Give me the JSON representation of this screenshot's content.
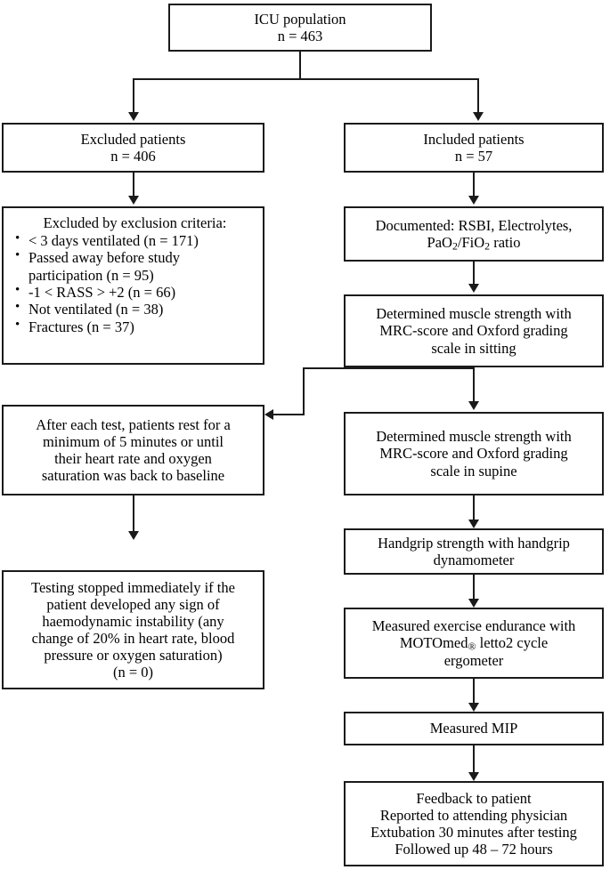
{
  "figure": {
    "type": "flowchart",
    "title": "ICU study participant flow diagram",
    "line_color": "#1a1a1a",
    "background": "#ffffff"
  },
  "nodes": {
    "icu_population": {
      "line1": "ICU population",
      "line2": "n = 463"
    },
    "excluded_patients": {
      "line1": "Excluded patients",
      "line2": "n = 406"
    },
    "included_patients": {
      "line1": "Included patients",
      "line2": "n = 57"
    },
    "exclusion_criteria": {
      "heading": "Excluded by exclusion criteria:",
      "items": [
        {
          "text": "< 3 days ventilated (n = 171)"
        },
        {
          "text": "Passed away before study",
          "cont": "participation (n = 95)"
        },
        {
          "text": "-1 < RASS > +2 (n = 66)"
        },
        {
          "text": "Not ventilated (n = 38)"
        },
        {
          "text": "Fractures (n = 37)"
        }
      ]
    },
    "rest_protocol": {
      "line1": "After each test, patients rest for a",
      "line2": "minimum of 5 minutes or until",
      "line3": "their heart rate and oxygen",
      "line4": "saturation was back to baseline"
    },
    "stop_criteria": {
      "line1": "Testing stopped immediately if the",
      "line2": "patient developed any sign of",
      "line3": "haemodynamic instability (any",
      "line4": "change of 20% in heart rate, blood",
      "line5": "pressure or oxygen saturation)",
      "line6": "(n = 0)"
    },
    "documented": {
      "line1": "Documented: RSBI, Electrolytes,",
      "line2_pre": "PaO",
      "line2_sub1": "2",
      "line2_mid": "/FiO",
      "line2_sub2": "2",
      "line2_post": " ratio"
    },
    "strength_sitting": {
      "line1": "Determined muscle strength with",
      "line2": "MRC-score and Oxford grading",
      "line3": "scale in sitting"
    },
    "strength_supine": {
      "line1": "Determined muscle strength with",
      "line2": "MRC-score and Oxford grading",
      "line3": "scale in supine"
    },
    "handgrip": {
      "line1": "Handgrip strength with handgrip",
      "line2": "dynamometer"
    },
    "endurance": {
      "line1": "Measured exercise endurance with",
      "line2_pre": "MOTOmed",
      "line2_reg": "®",
      "line2_post": " letto2 cycle",
      "line3": "ergometer"
    },
    "mip": {
      "line1": "Measured MIP"
    },
    "feedback": {
      "line1": "Feedback to patient",
      "line2": "Reported to attending physician",
      "line3": "Extubation 30 minutes after testing",
      "line4": "Followed up 48 – 72 hours"
    }
  }
}
